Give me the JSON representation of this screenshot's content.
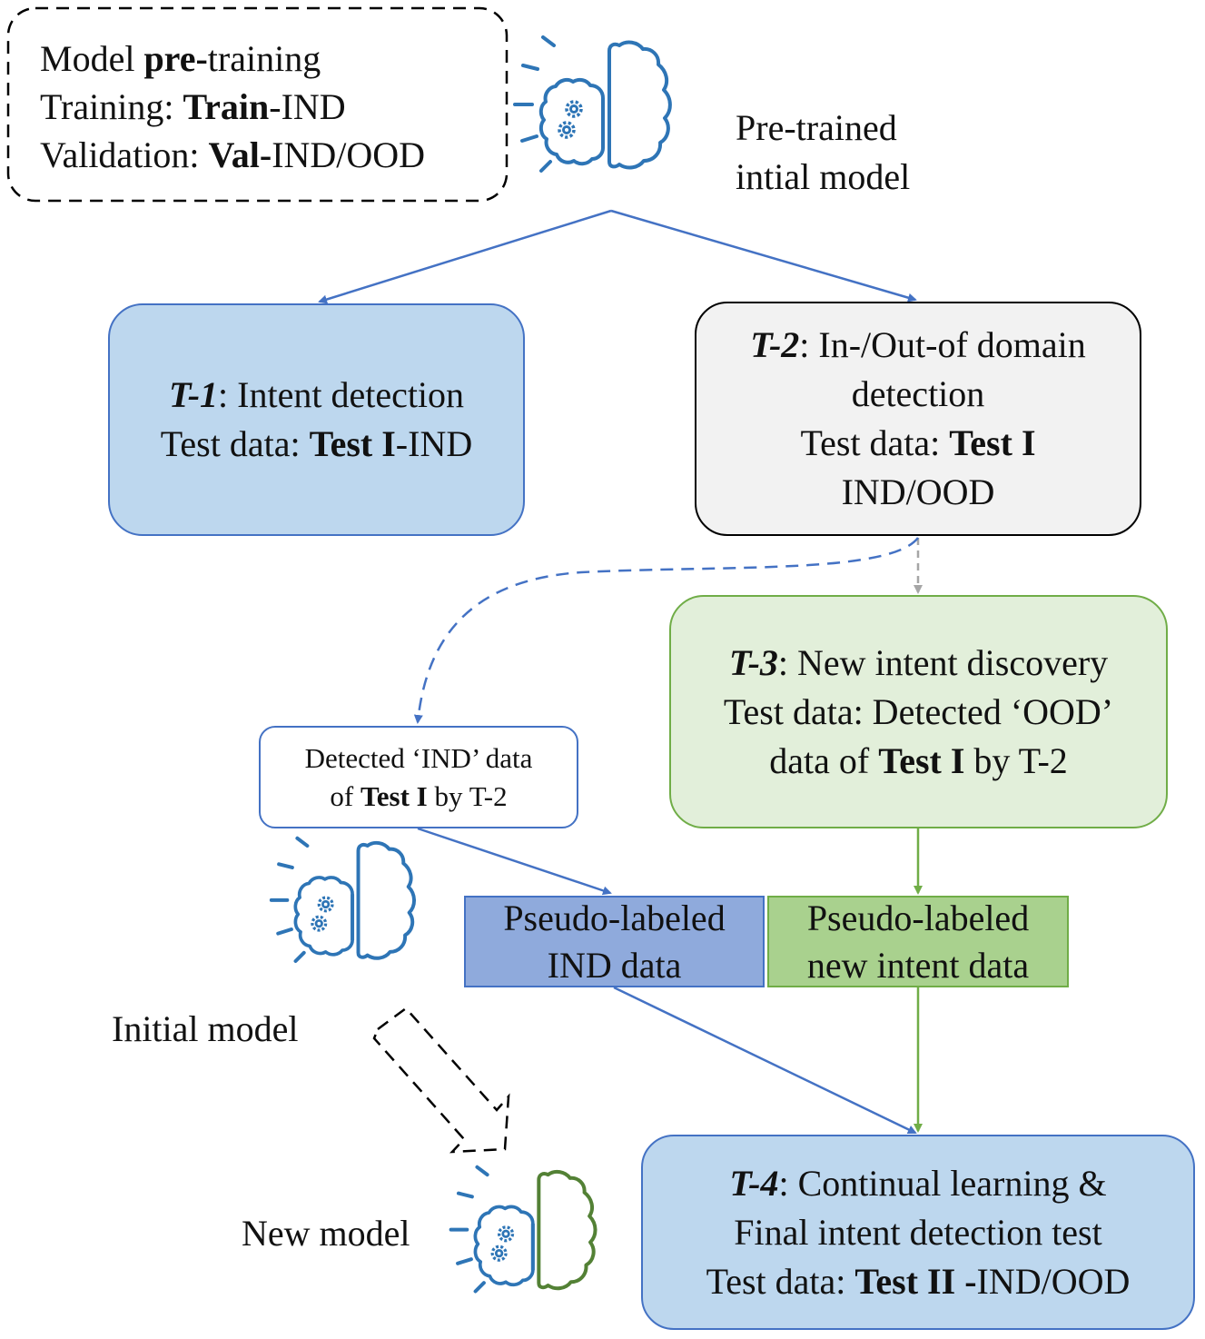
{
  "pretrain": {
    "l1a": "Model ",
    "l1b": "pre-",
    "l1c": "training",
    "l2a": "Training: ",
    "l2b": "Train",
    "l2c": "-IND",
    "l3a": "Validation: ",
    "l3b": "Val-",
    "l3c": "IND/OOD"
  },
  "pretrained_label": {
    "l1": "Pre-trained",
    "l2": "intial model"
  },
  "t1": {
    "tag": "T-1",
    "title": ": Intent detection",
    "l2a": "Test data: ",
    "l2b": "Test I",
    "l2c": "-IND"
  },
  "t2": {
    "tag": "T-2",
    "title": ": In-/Out-of domain",
    "l2": "detection",
    "l3a": "Test data: ",
    "l3b": "Test I",
    "l4": "IND/OOD"
  },
  "t3": {
    "tag": "T-3",
    "title": ": New intent discovery",
    "l2": "Test data: Detected ‘OOD’",
    "l3a": "data of ",
    "l3b": "Test I",
    "l3c": " by T-2"
  },
  "ind_detected": {
    "l1": "Detected ‘IND’ data",
    "l2a": "of ",
    "l2b": "Test I",
    "l2c": " by T-2"
  },
  "pseudo_ind": {
    "l1": "Pseudo-labeled",
    "l2": "IND data"
  },
  "pseudo_new": {
    "l1": "Pseudo-labeled",
    "l2": "new intent data"
  },
  "initial_label": "Initial model",
  "new_label": "New model",
  "t4": {
    "tag": "T-4",
    "title": ": Continual learning &",
    "l2": "Final intent detection test",
    "l3a": "Test data: ",
    "l3b": "Test II -",
    "l3c": "IND/OOD"
  },
  "colors": {
    "blue": "#4472c4",
    "icon_blue": "#2e75b6",
    "icon_green": "#538135",
    "t1_fill": "#bdd7ee",
    "t2_fill": "#f2f2f2",
    "t3_fill": "#e2efda",
    "pseudo_ind_fill": "#8faadc",
    "pseudo_new_fill": "#a9d18e",
    "green": "#70ad47",
    "gray": "#a6a6a6"
  }
}
